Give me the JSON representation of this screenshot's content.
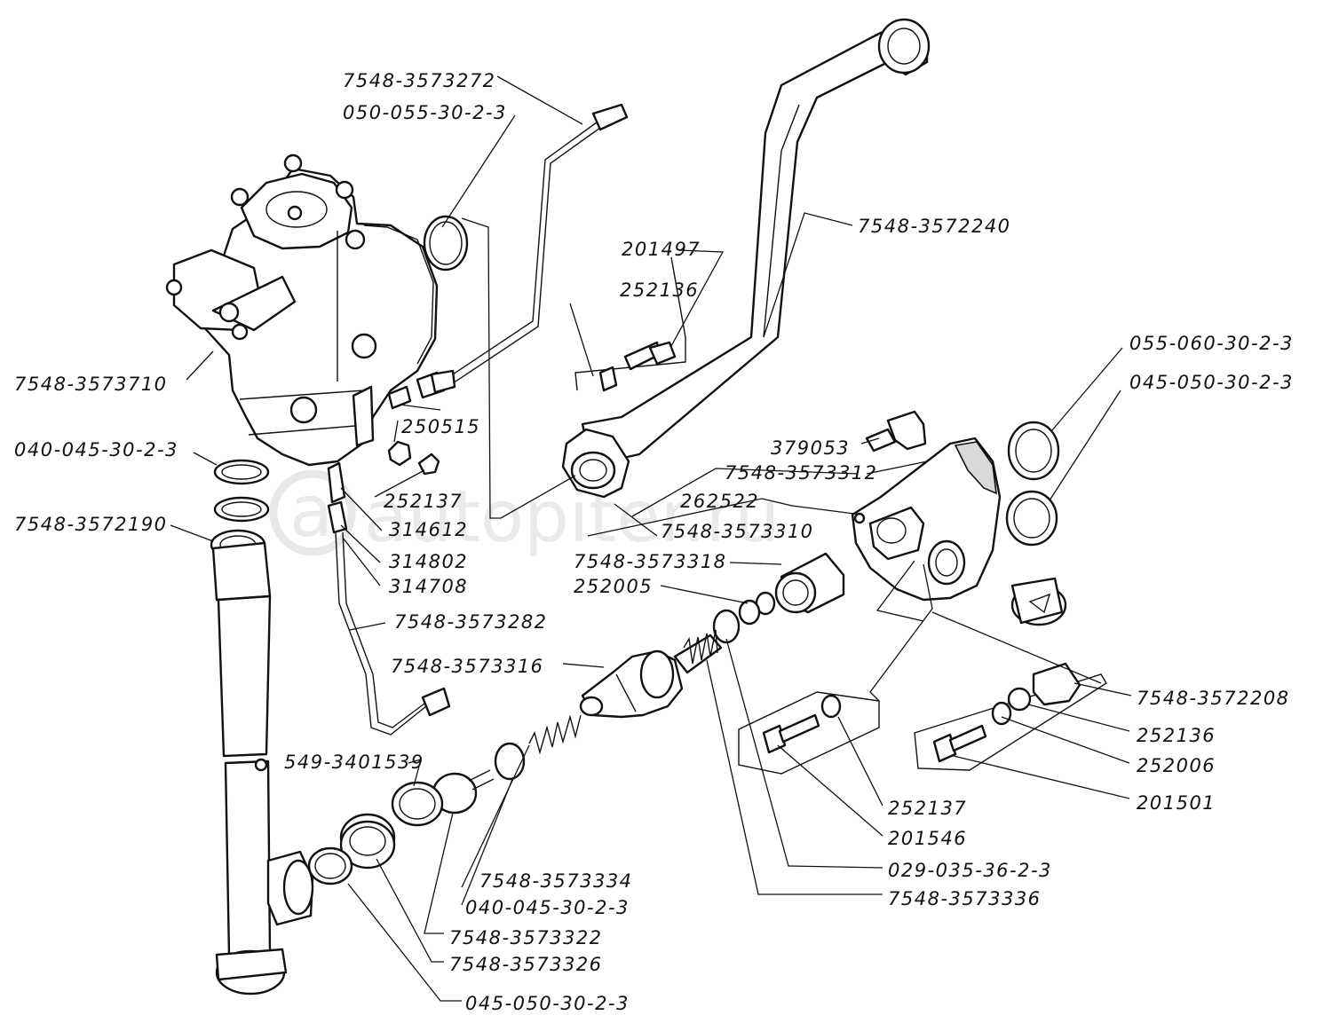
{
  "watermark": {
    "symbol": "a",
    "text": "autopiter.ru"
  },
  "labels": [
    {
      "id": "lbl-7548-3573272",
      "text": "7548-3573272"
    },
    {
      "id": "lbl-050-055-30-2-3",
      "text": "050-055-30-2-3"
    },
    {
      "id": "lbl-7548-3572240",
      "text": "7548-3572240"
    },
    {
      "id": "lbl-201497",
      "text": "201497"
    },
    {
      "id": "lbl-252136-top",
      "text": "252136"
    },
    {
      "id": "lbl-7548-3573710",
      "text": "7548-3573710"
    },
    {
      "id": "lbl-250515",
      "text": "250515"
    },
    {
      "id": "lbl-040-045-30-2-3-left",
      "text": "040-045-30-2-3"
    },
    {
      "id": "lbl-252137-top",
      "text": "252137"
    },
    {
      "id": "lbl-7548-3572190",
      "text": "7548-3572190"
    },
    {
      "id": "lbl-314612",
      "text": "314612"
    },
    {
      "id": "lbl-314802",
      "text": "314802"
    },
    {
      "id": "lbl-314708",
      "text": "314708"
    },
    {
      "id": "lbl-7548-3573282",
      "text": "7548-3573282"
    },
    {
      "id": "lbl-7548-3573316",
      "text": "7548-3573316"
    },
    {
      "id": "lbl-549-3401539",
      "text": "549-3401539"
    },
    {
      "id": "lbl-379053",
      "text": "379053"
    },
    {
      "id": "lbl-7548-3573312",
      "text": "7548-3573312"
    },
    {
      "id": "lbl-262522",
      "text": "262522"
    },
    {
      "id": "lbl-7548-3573310",
      "text": "7548-3573310"
    },
    {
      "id": "lbl-7548-3573318",
      "text": "7548-3573318"
    },
    {
      "id": "lbl-252005",
      "text": "252005"
    },
    {
      "id": "lbl-055-060-30-2-3",
      "text": "055-060-30-2-3"
    },
    {
      "id": "lbl-045-050-30-2-3-right",
      "text": "045-050-30-2-3"
    },
    {
      "id": "lbl-7548-3572208",
      "text": "7548-3572208"
    },
    {
      "id": "lbl-252136-right",
      "text": "252136"
    },
    {
      "id": "lbl-252006",
      "text": "252006"
    },
    {
      "id": "lbl-201501",
      "text": "201501"
    },
    {
      "id": "lbl-252137-bottom",
      "text": "252137"
    },
    {
      "id": "lbl-201546",
      "text": "201546"
    },
    {
      "id": "lbl-029-035-36-2-3",
      "text": "029-035-36-2-3"
    },
    {
      "id": "lbl-7548-3573336",
      "text": "7548-3573336"
    },
    {
      "id": "lbl-7548-3573334",
      "text": "7548-3573334"
    },
    {
      "id": "lbl-040-045-30-2-3-bottom",
      "text": "040-045-30-2-3"
    },
    {
      "id": "lbl-7548-3573322",
      "text": "7548-3573322"
    },
    {
      "id": "lbl-7548-3573326",
      "text": "7548-3573326"
    },
    {
      "id": "lbl-045-050-30-2-3-bottom",
      "text": "045-050-30-2-3"
    }
  ]
}
